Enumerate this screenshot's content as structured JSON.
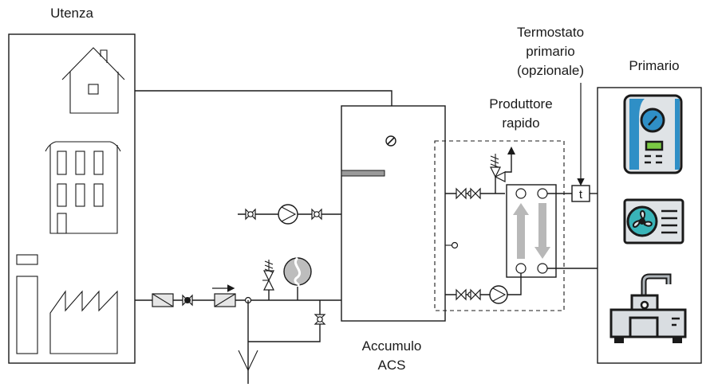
{
  "labels": {
    "utenza": "Utenza",
    "termostato_line1": "Termostato",
    "termostato_line2": "primario",
    "termostato_line3": "(opzionale)",
    "primario": "Primario",
    "produttore_line1": "Produttore",
    "produttore_line2": "rapido",
    "accumulo_line1": "Accumulo",
    "accumulo_line2": "ACS",
    "thermostat_symbol": "t"
  },
  "colors": {
    "line": "#1a1a1a",
    "arrow_gray": "#b8b8b8",
    "boiler_blue": "#2f8fc6",
    "boiler_body": "#dfe3e6",
    "boiler_display": "#7ac943",
    "heatpump_teal": "#39b4b8",
    "chiller_body": "#d9dde1"
  },
  "icons": {
    "house": "house-icon",
    "apartment": "apartment-building-icon",
    "factory": "factory-icon",
    "boiler": "wall-boiler-icon",
    "heat_pump": "heat-pump-icon",
    "generator": "chiller-unit-icon"
  }
}
